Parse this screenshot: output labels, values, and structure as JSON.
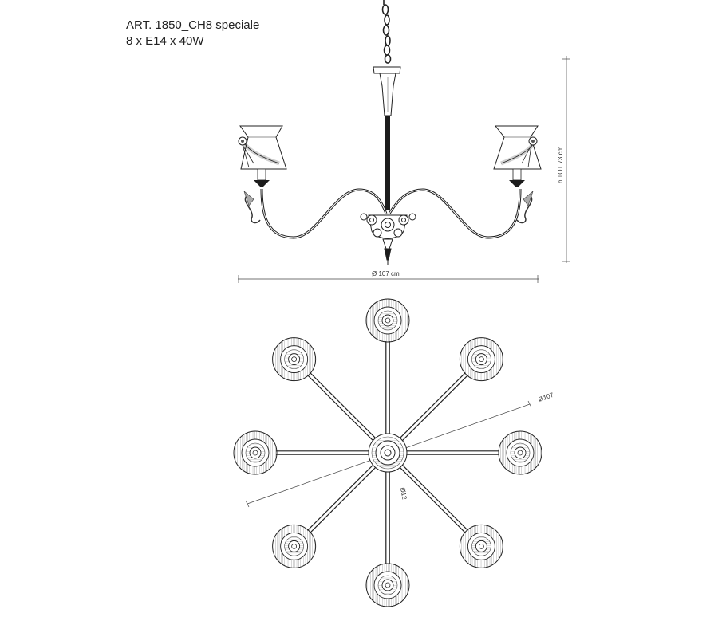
{
  "header": {
    "article": "ART. 1850_CH8 speciale",
    "spec": "8 x E14 x 40W"
  },
  "dimensions": {
    "diameter": "Ø 107 cm",
    "height": "h TOT 73 cm",
    "plan_diameter": "Ø107",
    "center_diameter": "Ø12"
  },
  "product": {
    "arms": 8
  },
  "colors": {
    "line": "#222222",
    "hatch": "#777777",
    "background": "#ffffff"
  }
}
